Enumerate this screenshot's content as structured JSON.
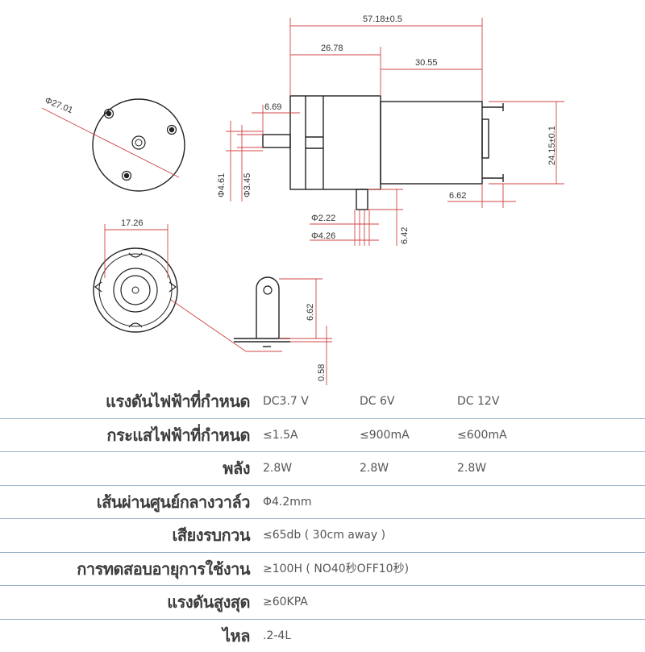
{
  "dimensions": {
    "total_length": "57.18±0.5",
    "left_length": "26.78",
    "right_length": "30.55",
    "shaft_ext": "6.69",
    "body_dia": "Φ27.01",
    "height": "24.15±0.1",
    "d461": "Φ4.61",
    "d345": "Φ3.45",
    "terminal": "6.62",
    "d222": "Φ2.22",
    "d426": "Φ4.26",
    "nozzle": "6.42",
    "width_1726": "17.26",
    "tab_662": "6.62",
    "tab_058": "0.58"
  },
  "specs": [
    {
      "label": "แรงดันไฟฟ้าที่กำหนด",
      "values": [
        "DC3.7 V",
        "DC 6V",
        "DC 12V"
      ]
    },
    {
      "label": "กระแสไฟฟ้าที่กำหนด",
      "values": [
        "≤1.5A",
        "≤900mA",
        "≤600mA"
      ]
    },
    {
      "label": "พลัง",
      "values": [
        "2.8W",
        "2.8W",
        "2.8W"
      ]
    },
    {
      "label": "เส้นผ่านศูนย์กลางวาล์ว",
      "values": [
        "Φ4.2mm"
      ]
    },
    {
      "label": "เสียงรบกวน",
      "values": [
        "≤65db ( 30cm away )"
      ]
    },
    {
      "label": "การทดสอบอายุการใช้งาน",
      "values": [
        "≥100H ( NO40秒OFF10秒)"
      ]
    },
    {
      "label": "แรงดันสูงสุด",
      "values": [
        "≥60KPA"
      ]
    },
    {
      "label": "ไหล",
      "values": [
        ".2-4L"
      ]
    }
  ]
}
